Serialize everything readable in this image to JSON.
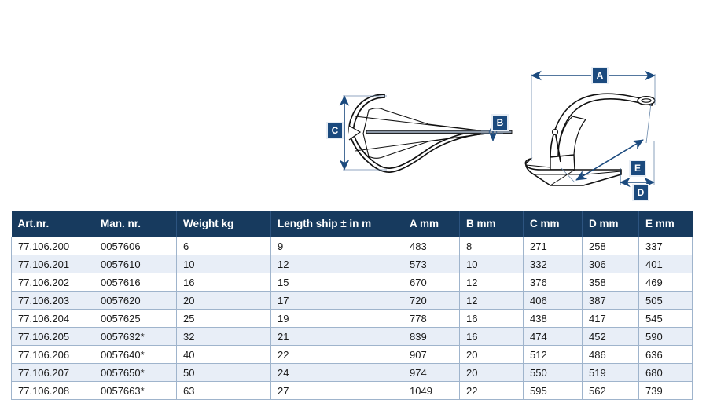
{
  "drawings": {
    "top_view": {
      "name": "anchor-top-view",
      "labels": [
        {
          "id": "C",
          "text": "C"
        },
        {
          "id": "B",
          "text": "B"
        }
      ]
    },
    "side_view": {
      "name": "anchor-side-view",
      "labels": [
        {
          "id": "A",
          "text": "A"
        },
        {
          "id": "E",
          "text": "E"
        },
        {
          "id": "D",
          "text": "D"
        }
      ]
    }
  },
  "colors": {
    "header_bg": "#173a5e",
    "row_alt_bg": "#e8eef7",
    "row_bg": "#ffffff",
    "grid_line": "#9fb4cc",
    "dim_blue": "#1b4a7e",
    "label_box": "#1b4a7e"
  },
  "table": {
    "columns": [
      "Art.nr.",
      "Man. nr.",
      "Weight kg",
      "Length ship ± in m",
      "A mm",
      "B mm",
      "C mm",
      "D mm",
      "E mm"
    ],
    "rows": [
      [
        "77.106.200",
        "0057606",
        "6",
        "9",
        "483",
        "8",
        "271",
        "258",
        "337"
      ],
      [
        "77.106.201",
        "0057610",
        "10",
        "12",
        "573",
        "10",
        "332",
        "306",
        "401"
      ],
      [
        "77.106.202",
        "0057616",
        "16",
        "15",
        "670",
        "12",
        "376",
        "358",
        "469"
      ],
      [
        "77.106.203",
        "0057620",
        "20",
        "17",
        "720",
        "12",
        "406",
        "387",
        "505"
      ],
      [
        "77.106.204",
        "0057625",
        "25",
        "19",
        "778",
        "16",
        "438",
        "417",
        "545"
      ],
      [
        "77.106.205",
        "0057632*",
        "32",
        "21",
        "839",
        "16",
        "474",
        "452",
        "590"
      ],
      [
        "77.106.206",
        "0057640*",
        "40",
        "22",
        "907",
        "20",
        "512",
        "486",
        "636"
      ],
      [
        "77.106.207",
        "0057650*",
        "50",
        "24",
        "974",
        "20",
        "550",
        "519",
        "680"
      ],
      [
        "77.106.208",
        "0057663*",
        "63",
        "27",
        "1049",
        "22",
        "595",
        "562",
        "739"
      ]
    ]
  }
}
